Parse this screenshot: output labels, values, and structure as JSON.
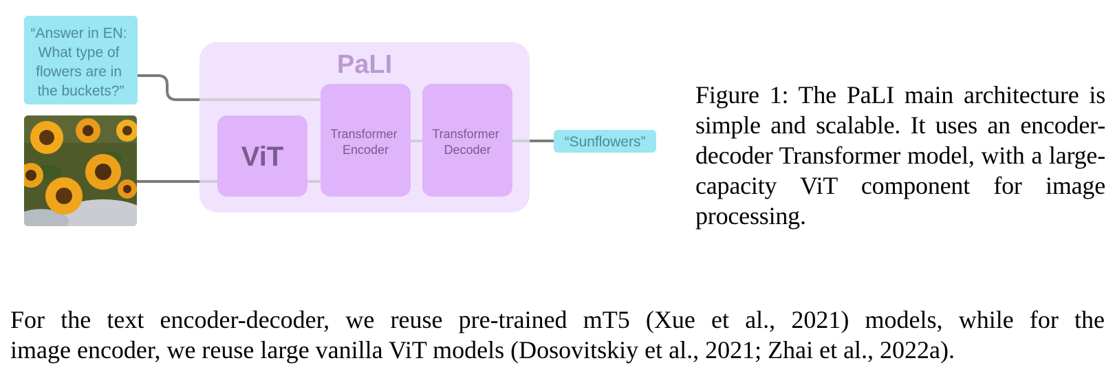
{
  "figure": {
    "title": "PaLI",
    "question_lines": [
      "“Answer in EN:",
      "What type of",
      "flowers are in",
      "the buckets?”"
    ],
    "vit_label": "ViT",
    "encoder_lines": [
      "Transformer",
      "Encoder"
    ],
    "decoder_lines": [
      "Transformer",
      "Decoder"
    ],
    "output_label": "“Sunflowers”",
    "photo_description_icon": "sunflowers-photo",
    "colors": {
      "pali_panel": "#f1e3fe",
      "block": "#dfb4fb",
      "title": "#b99bcf",
      "block_text": "#7a5c8c",
      "cyan_box": "#9ae6f2",
      "cyan_text": "#4d8c96",
      "connector_dark": "#7a7a7a",
      "connector_light": "#cfcfcf"
    }
  },
  "caption": "Figure 1: The PaLI main architecture is simple and scalable.  It uses an encoder-decoder Transformer model, with a large-capacity ViT component for image processing.",
  "paragraph": {
    "line1": "For the text encoder-decoder, we reuse pre-trained mT5 (Xue et al., 2021) models, while for the",
    "line2": "image encoder, we reuse large vanilla ViT models (Dosovitskiy et al., 2021; Zhai et al., 2022a)."
  }
}
